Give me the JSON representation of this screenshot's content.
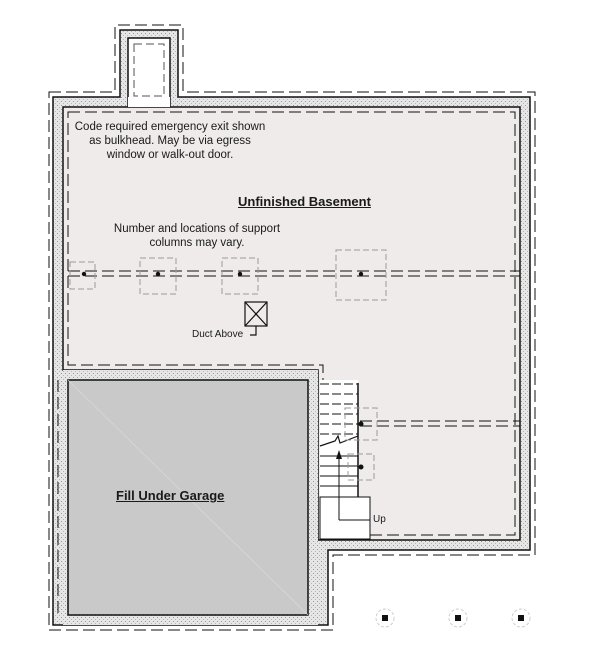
{
  "notes": {
    "emergency_exit": "Code required emergency exit shown as bulkhead. May be via egress window or walk-out door.",
    "support_columns": "Number and locations of support columns may vary.",
    "duct": "Duct Above",
    "stairs": "Up"
  },
  "rooms": {
    "basement": "Unfinished Basement",
    "garage": "Fill Under Garage"
  },
  "colors": {
    "floor": "#efebea",
    "garage_fill": "#c9c9c9",
    "wall": "#e0e0e0",
    "line": "#111111"
  }
}
